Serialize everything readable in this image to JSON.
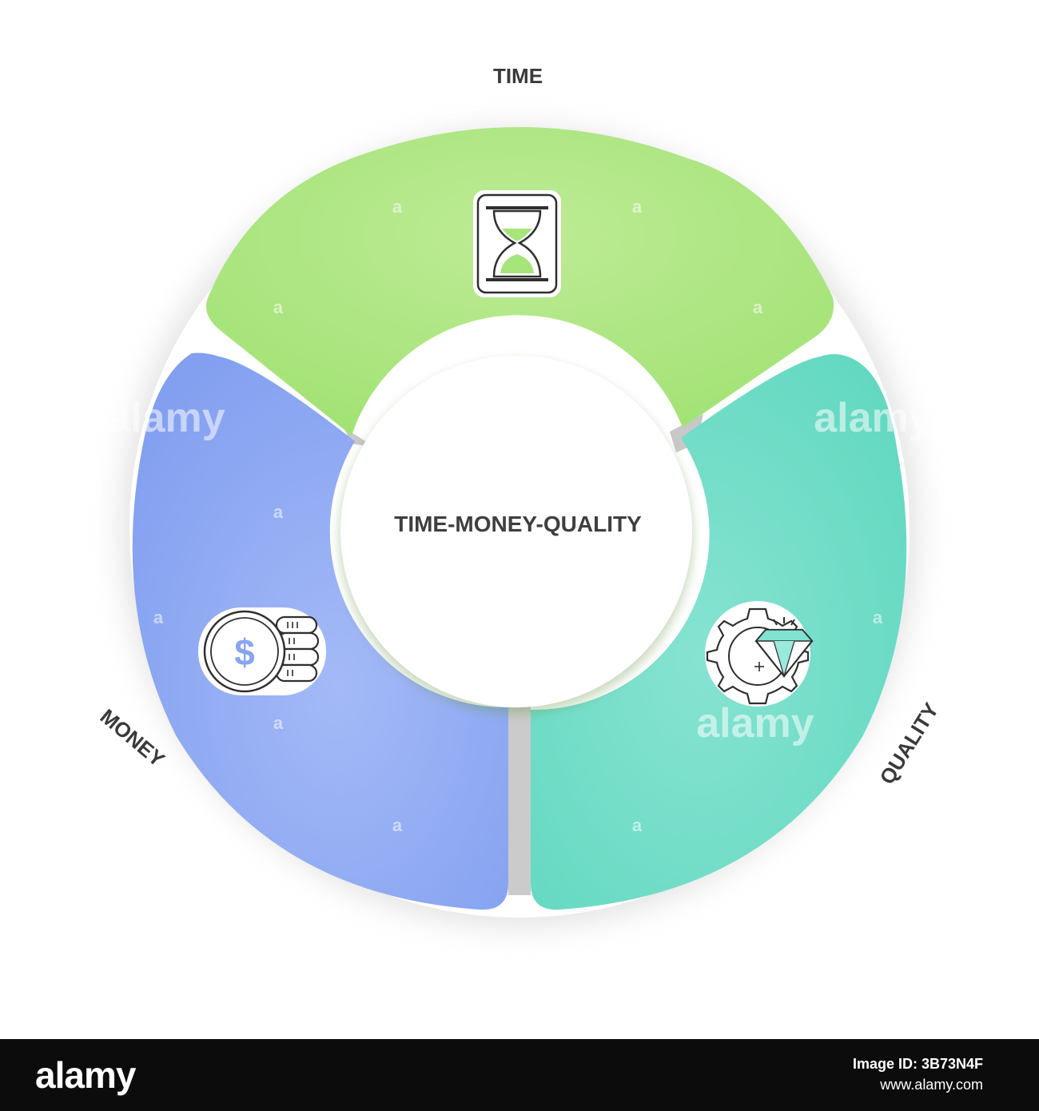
{
  "center": {
    "title": "TIME-MONEY-QUALITY"
  },
  "segments": [
    {
      "label": "TIME",
      "icon": "hourglass-icon",
      "color": "#a6e57a"
    },
    {
      "label": "MONEY",
      "icon": "coin-stack-icon",
      "color": "#88a4f2"
    },
    {
      "label": "QUALITY",
      "icon": "gear-diamond-icon",
      "color": "#69dbc4"
    }
  ],
  "watermark": {
    "text": "alamy",
    "dot": "a"
  },
  "footer": {
    "logo": "alamy",
    "image_id": "Image ID: 3B73N4F",
    "url": "www.alamy.com"
  }
}
